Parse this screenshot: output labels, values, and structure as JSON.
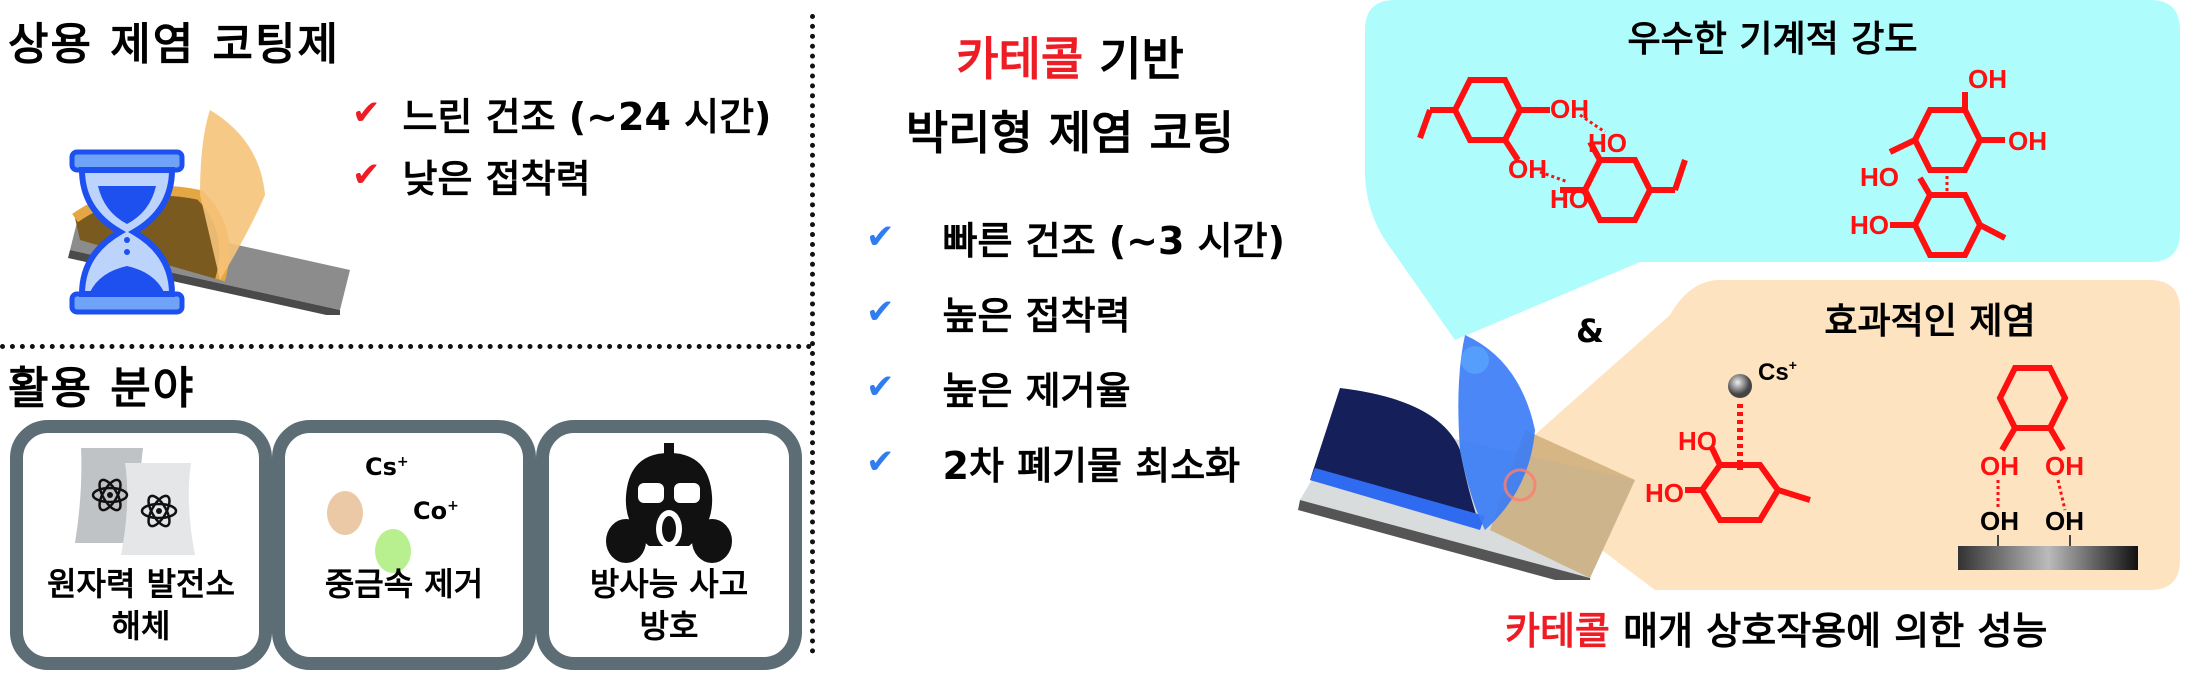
{
  "left_top": {
    "title": "상용 제염 코팅제",
    "bullets": [
      {
        "icon": "red-check-icon",
        "text": "느린 건조 (~24 시간)"
      },
      {
        "icon": "red-check-icon",
        "text": "낮은 접착력"
      }
    ]
  },
  "left_bottom": {
    "title": "활용 분야",
    "cards": [
      {
        "icon": "nuclear-plant-icon",
        "line1": "원자력 발전소",
        "line2": "해체"
      },
      {
        "icon": "heavy-metal-ions-icon",
        "line1": "중금속  제거",
        "line2": "",
        "ions": [
          "Cs+",
          "Co+"
        ]
      },
      {
        "icon": "gas-mask-icon",
        "line1": "방사능 사고",
        "line2": "방호"
      }
    ]
  },
  "center": {
    "title_highlight": "카테콜",
    "title_rest": " 기반",
    "title_line2": "박리형 제염 코팅",
    "bullets": [
      {
        "icon": "blue-check-icon",
        "text": "빠른 건조 (~3 시간)"
      },
      {
        "icon": "blue-check-icon",
        "text": "높은 접착력"
      },
      {
        "icon": "blue-check-icon",
        "text": "높은 제거율"
      },
      {
        "icon": "blue-check-icon",
        "text": "2차 폐기물 최소화"
      }
    ]
  },
  "right": {
    "panel_top_title": "우수한 기계적 강도",
    "panel_top_labels": [
      "OH",
      "HO",
      "OH",
      "HO",
      "OH",
      "OH",
      "HO",
      "HO"
    ],
    "ampersand": "&",
    "panel_bottom_title": "효과적인 제염",
    "panel_bottom_labels": {
      "ion": "Cs",
      "ion_charge": "+",
      "ho1": "HO",
      "ho2": "HO",
      "oh1": "OH",
      "oh2": "OH",
      "surf_oh1": "OH",
      "surf_oh2": "OH"
    },
    "caption_highlight": "카테콜",
    "caption_rest": " 매개 상호작용에 의한 성능"
  },
  "colors": {
    "accent_red": "#ee1c24",
    "check_blue": "#2f7df0",
    "panel_cyan": "#aefcfc",
    "panel_peach": "#fde3bf",
    "card_border": "#5d6d75",
    "hourglass_blue": "#1e50f0",
    "coating_blue": "#2a4fd8"
  }
}
